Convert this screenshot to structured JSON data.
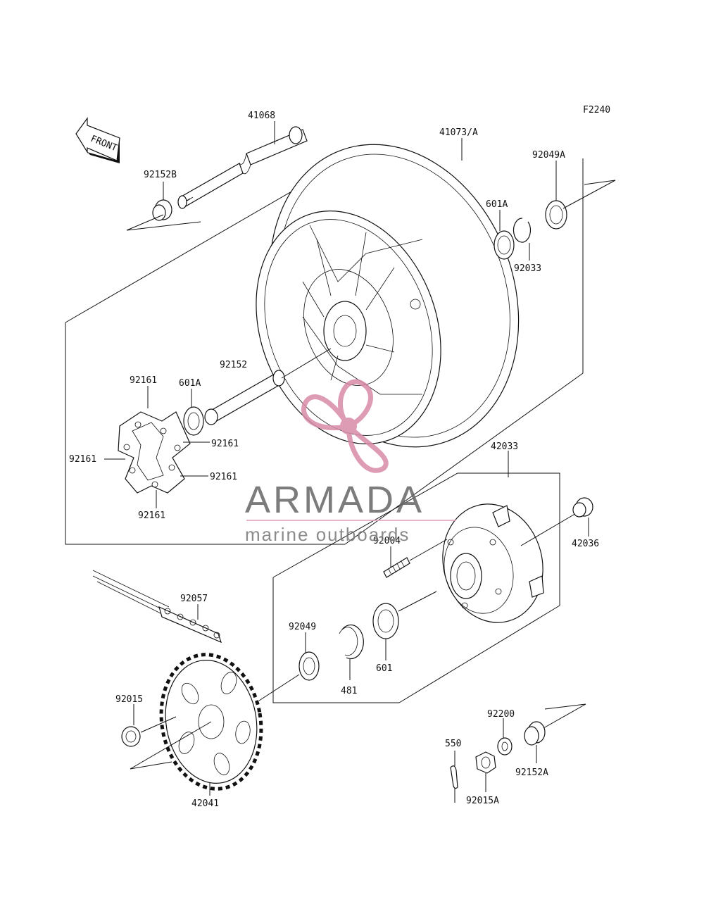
{
  "diagram_code": "F2240",
  "front_label": "FRONT",
  "parts": {
    "axle": "41068",
    "wheel": "41073/A",
    "collar_b": "92152B",
    "seal_a": "92049A",
    "bearing_601a_top": "601A",
    "circlip": "92033",
    "collar": "92152",
    "damper_top": "92161",
    "bearing_601a_left": "601A",
    "damper_right_1": "92161",
    "damper_left": "92161",
    "damper_right_2": "92161",
    "damper_bottom": "92161",
    "coupling": "42033",
    "stud": "92004",
    "collar_coupling": "42036",
    "chain": "92057",
    "seal": "92049",
    "circlip_481": "481",
    "bearing": "601",
    "nut": "92015",
    "washer": "92200",
    "cotter_pin": "550",
    "collar_a": "92152A",
    "axle_nut": "92015A",
    "sprocket": "42041"
  },
  "watermark": {
    "title": "ARMADA",
    "subtitle": "marine outboards",
    "logo_color": "#d98aa8",
    "line_color": "#e0a8bf"
  }
}
